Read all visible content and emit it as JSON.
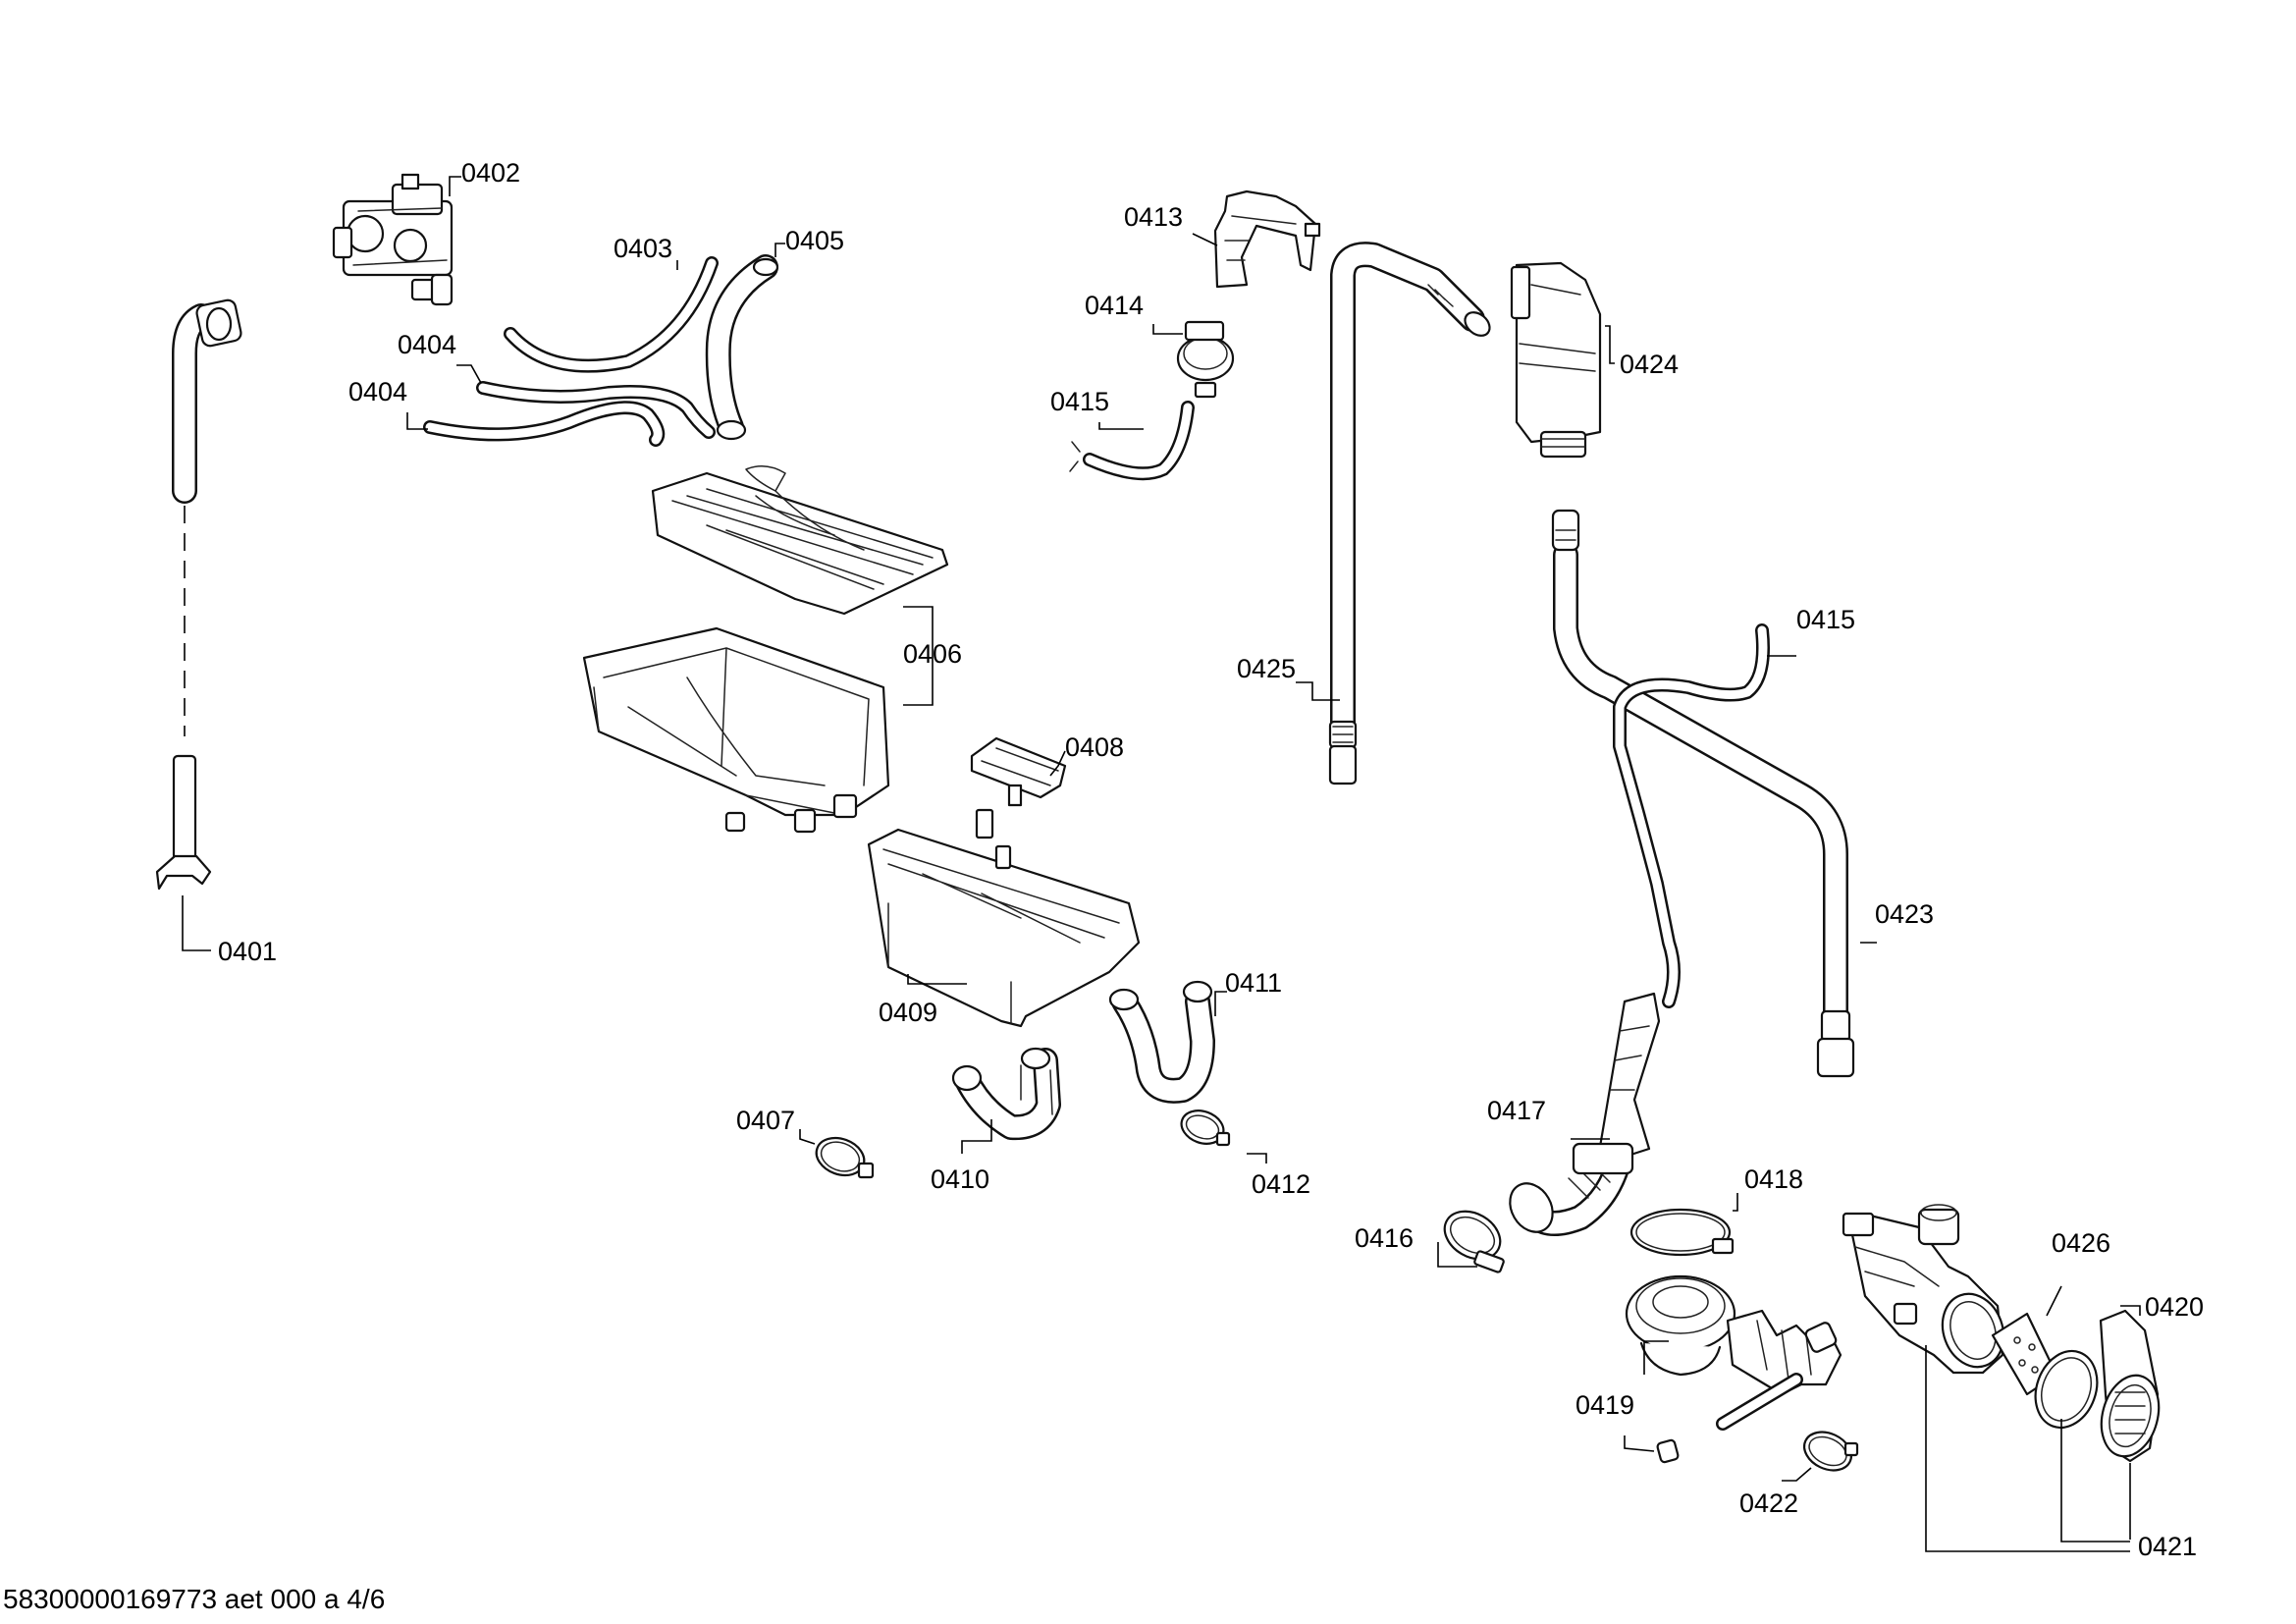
{
  "labels": {
    "p0401": "0401",
    "p0402": "0402",
    "p0403": "0403",
    "p0404a": "0404",
    "p0404b": "0404",
    "p0405": "0405",
    "p0406": "0406",
    "p0407": "0407",
    "p0408": "0408",
    "p0409": "0409",
    "p0410": "0410",
    "p0411": "0411",
    "p0412": "0412",
    "p0413": "0413",
    "p0414": "0414",
    "p0415a": "0415",
    "p0415b": "0415",
    "p0416": "0416",
    "p0417": "0417",
    "p0418": "0418",
    "p0419": "0419",
    "p0420": "0420",
    "p0421": "0421",
    "p0422": "0422",
    "p0423": "0423",
    "p0424": "0424",
    "p0425": "0425",
    "p0426": "0426"
  },
  "footer": {
    "document_id": "58300000169773 aet 000 a 4/6"
  }
}
